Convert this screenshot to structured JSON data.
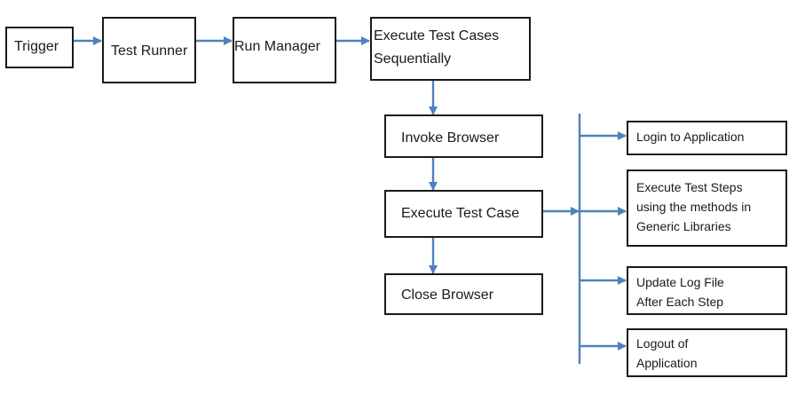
{
  "nodes": {
    "trigger": "Trigger",
    "test_runner": "Test Runner",
    "run_manager": "Run Manager",
    "execute_sequential": [
      "Execute Test Cases",
      "Sequentially"
    ],
    "invoke_browser": "Invoke Browser",
    "execute_test_case": "Execute Test Case",
    "close_browser": "Close Browser",
    "login": "Login to Application",
    "execute_steps": [
      "Execute Test Steps",
      "using the methods  in",
      "Generic Libraries"
    ],
    "update_log": [
      "Update Log File",
      "After Each Step"
    ],
    "logout": [
      "Logout of",
      "Application"
    ]
  },
  "colors": {
    "arrow": "#4f81bd",
    "box_border": "#1a1a1a",
    "text": "#1a1a1a"
  }
}
